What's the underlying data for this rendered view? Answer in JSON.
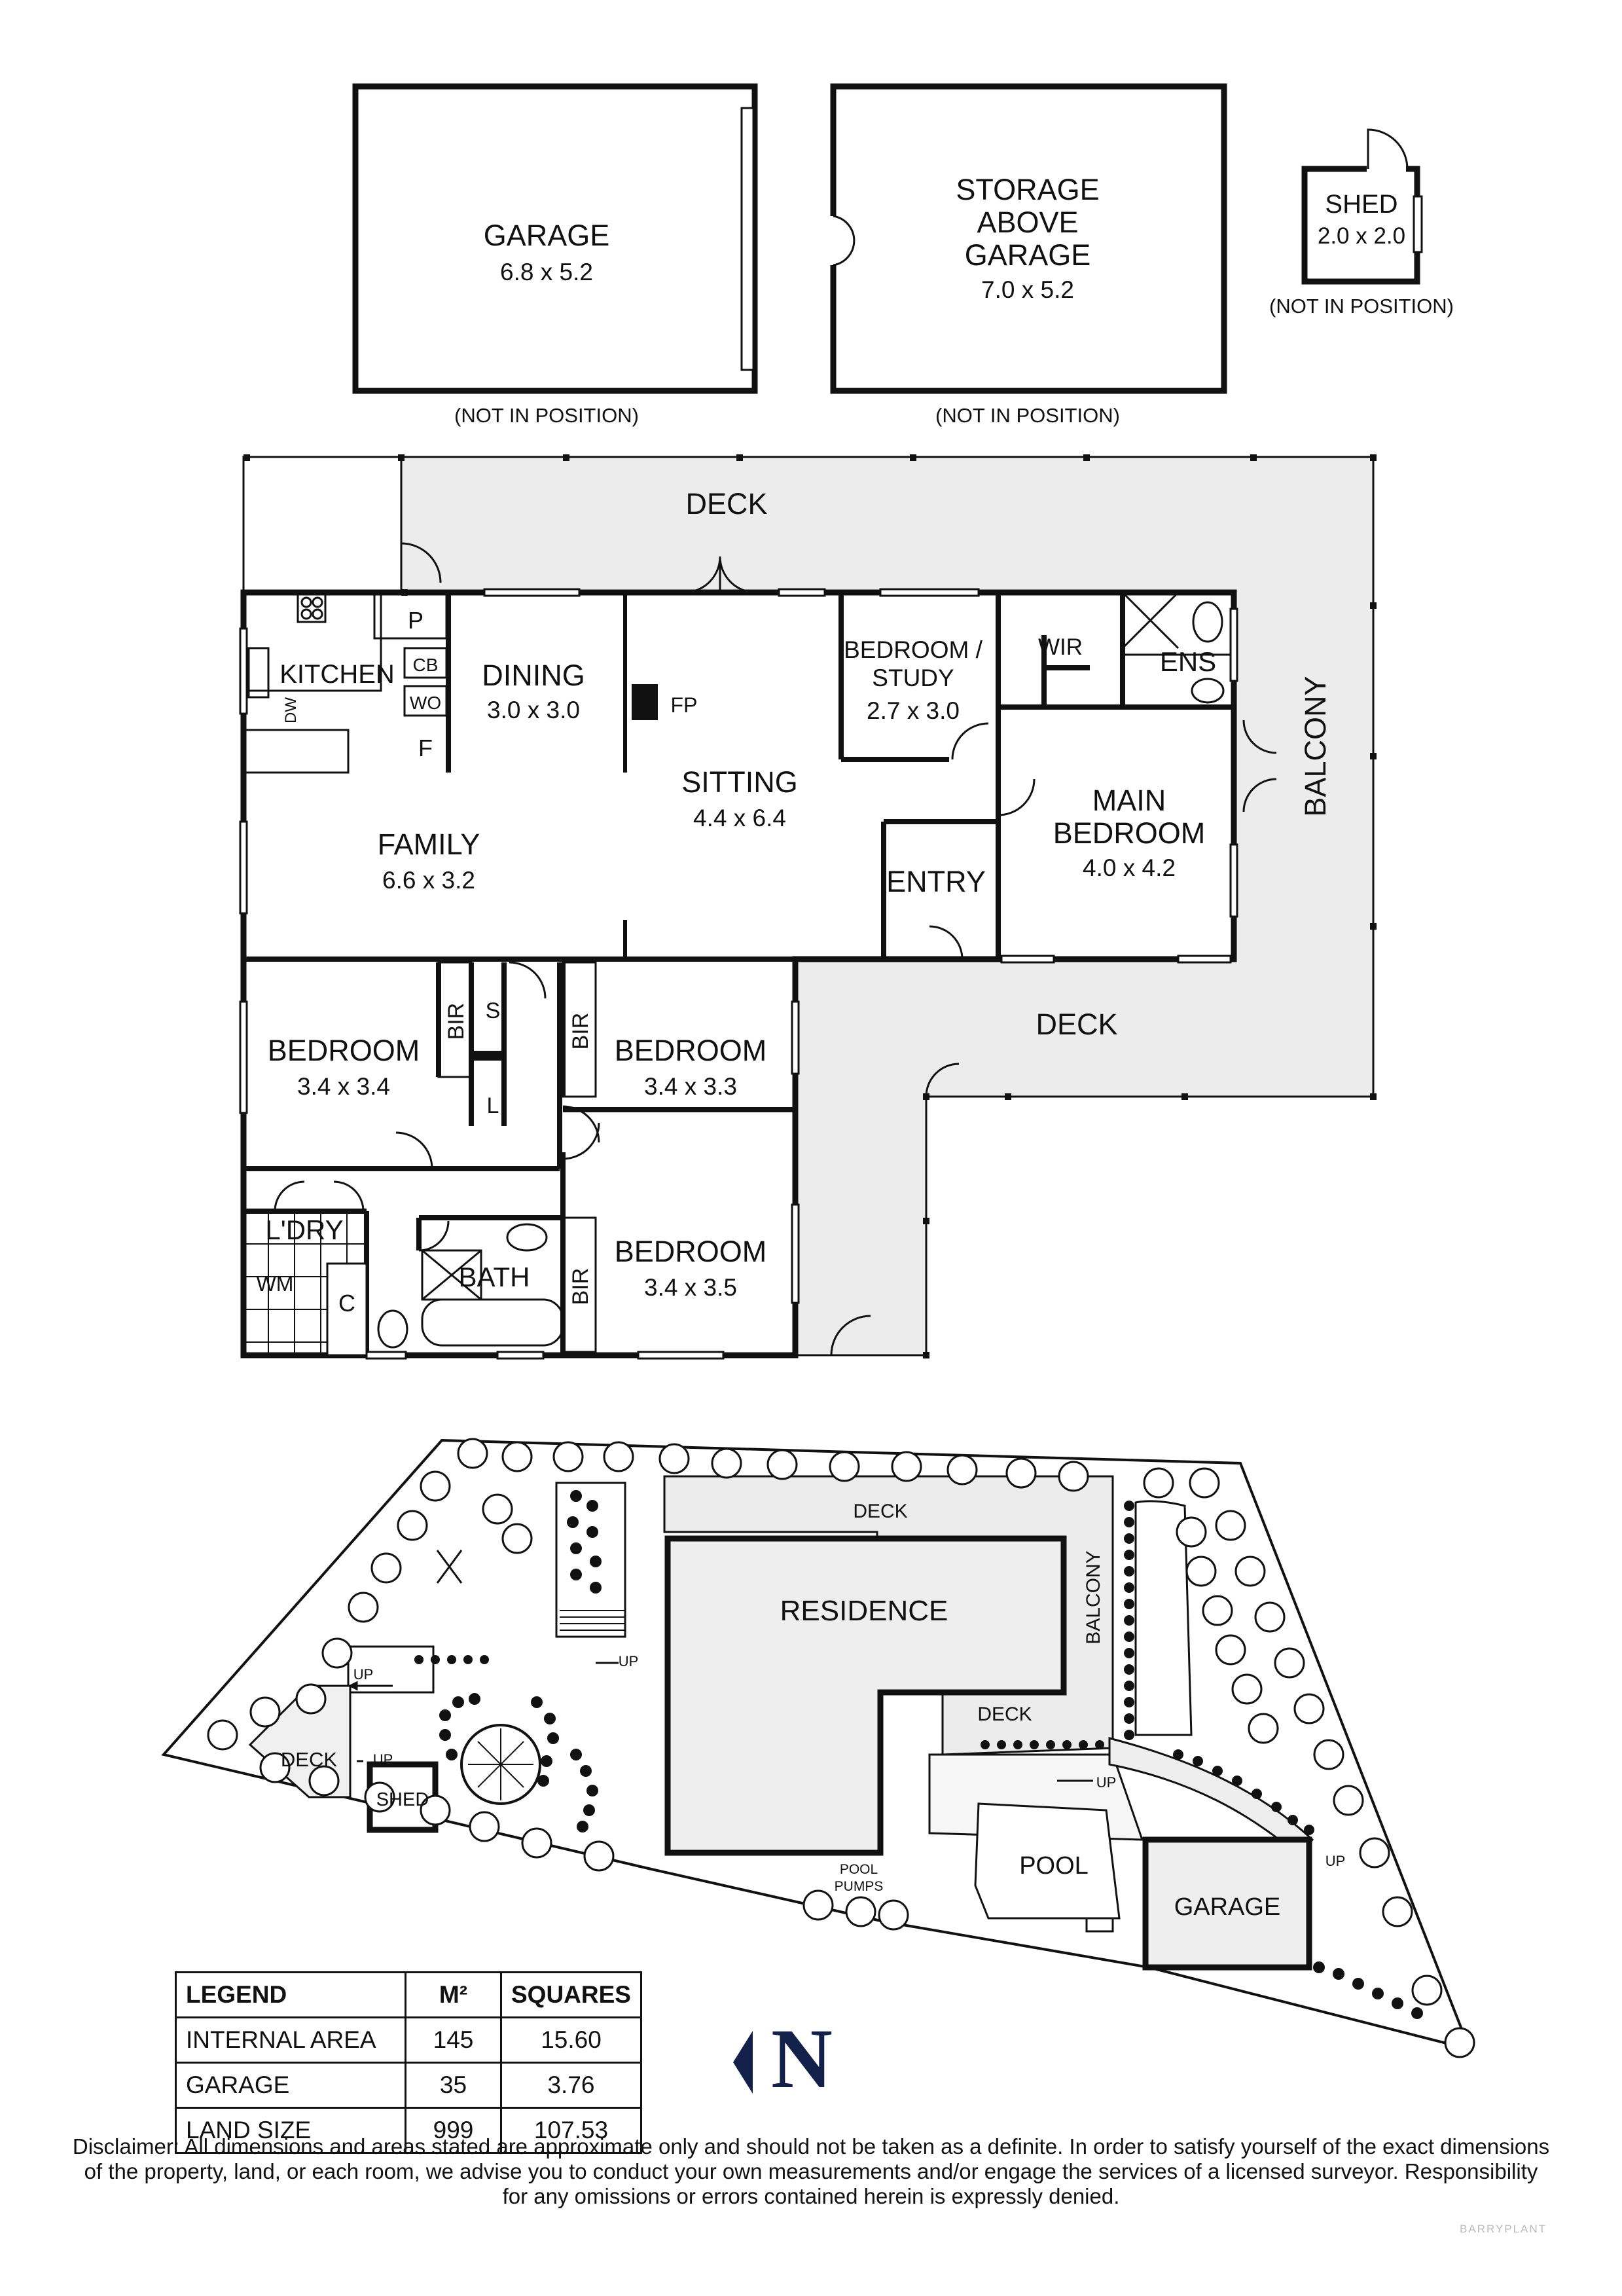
{
  "outbuildings": {
    "garage": {
      "name": "GARAGE",
      "dims": "6.8 x 5.2",
      "note": "(NOT IN POSITION)"
    },
    "storage": {
      "line1": "STORAGE",
      "line2": "ABOVE",
      "line3": "GARAGE",
      "dims": "7.0 x 5.2",
      "note": "(NOT IN POSITION)"
    },
    "shed": {
      "name": "SHED",
      "dims": "2.0 x 2.0",
      "note": "(NOT IN POSITION)"
    }
  },
  "rooms": {
    "deck_top": "DECK",
    "kitchen": "KITCHEN",
    "pantry": "P",
    "cb": "CB",
    "wo": "WO",
    "fridge": "F",
    "dw": "DW",
    "dining": {
      "name": "DINING",
      "dims": "3.0 x 3.0"
    },
    "fp": "FP",
    "sitting": {
      "name": "SITTING",
      "dims": "4.4 x 6.4"
    },
    "study": {
      "line1": "BEDROOM /",
      "line2": "STUDY",
      "dims": "2.7 x 3.0"
    },
    "wir": "WIR",
    "ens": "ENS",
    "main_bedroom": {
      "line1": "MAIN",
      "line2": "BEDROOM",
      "dims": "4.0 x 4.2"
    },
    "balcony": "BALCONY",
    "family": {
      "name": "FAMILY",
      "dims": "6.6 x 3.2"
    },
    "entry": "ENTRY",
    "deck_mid": "DECK",
    "bedroom_west": {
      "name": "BEDROOM",
      "dims": "3.4 x 3.4"
    },
    "bir": "BIR",
    "linen_s": "S",
    "linen_l": "L",
    "bedroom_mid": {
      "name": "BEDROOM",
      "dims": "3.4 x 3.3"
    },
    "laundry": "L'DRY",
    "wm": "WM",
    "c": "C",
    "bath": "BATH",
    "bedroom_south": {
      "name": "BEDROOM",
      "dims": "3.4 x 3.5"
    }
  },
  "site": {
    "deck_north": "DECK",
    "residence": "RESIDENCE",
    "balcony": "BALCONY",
    "deck_inner": "DECK",
    "up": "UP",
    "deck_west": "DECK",
    "shed": "SHED",
    "pool": "POOL",
    "pool_pumps_1": "POOL",
    "pool_pumps_2": "PUMPS",
    "garage": "GARAGE"
  },
  "legend": {
    "headers": [
      "LEGEND",
      "M²",
      "SQUARES"
    ],
    "rows": [
      [
        "INTERNAL AREA",
        "145",
        "15.60"
      ],
      [
        "GARAGE",
        "35",
        "3.76"
      ],
      [
        "LAND SIZE",
        "999",
        "107.53"
      ]
    ]
  },
  "compass": "N",
  "disclaimer": "Disclaimer: All dimensions and areas stated are approximate only and should not be taken as a definite. In order to satisfy yourself of the exact dimensions of the property, land, or each room, we advise you to conduct your own measurements and/or engage the services of a licensed surveyor. Responsibility for any omissions or errors contained herein is expressly denied.",
  "brand": "BARRYPLANT"
}
